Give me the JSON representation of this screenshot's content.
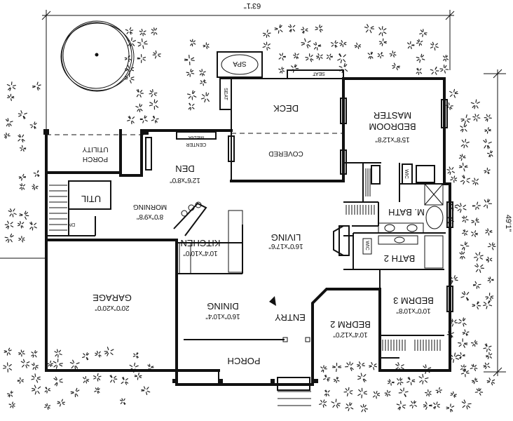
{
  "dimensions": {
    "width": "63'1\"",
    "depth": "49'1\""
  },
  "rooms": {
    "master": {
      "name_line1": "MASTER",
      "name_line2": "BEDROOM",
      "size": "15'8\"x12'8\""
    },
    "deck": {
      "name": "DECK"
    },
    "covered": {
      "name": "COVERED"
    },
    "spa": {
      "name": "SPA"
    },
    "seat_top": {
      "name": "SEAT"
    },
    "seat_side": {
      "name": "SEAT"
    },
    "media": {
      "line1": "MEDIA",
      "line2": "CENTER"
    },
    "den": {
      "name": "DEN",
      "size": "12'6\"x8'0\""
    },
    "utility_porch": {
      "line1": "UTILITY",
      "line2": "PORCH"
    },
    "util": {
      "name": "UTIL"
    },
    "dn": {
      "name": "DN"
    },
    "morning": {
      "name": "MORNING",
      "size": "8'0\"x9'8\""
    },
    "kitchen": {
      "name": "KITCHEN",
      "size": "10'4\"x10'0\""
    },
    "living": {
      "name": "LIVING",
      "size": "16'0\"x17'6\""
    },
    "mbath": {
      "name": "M. BATH"
    },
    "bath2": {
      "name": "BATH 2"
    },
    "wic1": {
      "name": "WIC"
    },
    "wic2": {
      "name": "WIC"
    },
    "garage": {
      "name": "GARAGE",
      "size": "20'0\"x20'0\""
    },
    "dining": {
      "name": "DINING",
      "size": "16'0\"x10'4\""
    },
    "entry": {
      "name": "ENTRY"
    },
    "bedrm3": {
      "name": "BEDRM 3",
      "size": "10'0\"x10'8\""
    },
    "bedrm2": {
      "name": "BEDRM 2",
      "size": "10'4\"x12'0\""
    },
    "porch": {
      "name": "PORCH"
    }
  }
}
